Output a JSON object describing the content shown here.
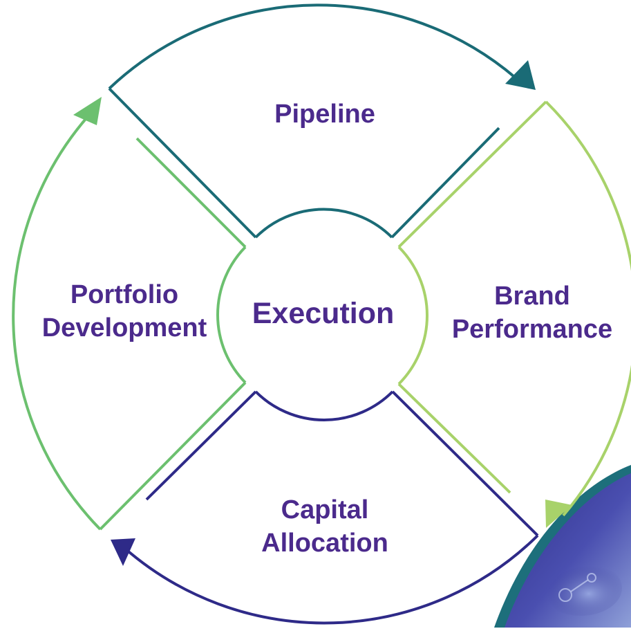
{
  "center": {
    "label": "Execution"
  },
  "segments": {
    "top": {
      "lines": [
        "Pipeline"
      ]
    },
    "right": {
      "lines": [
        "Brand",
        "Performance"
      ]
    },
    "bottom": {
      "lines": [
        "Capital",
        "Allocation"
      ]
    },
    "left": {
      "lines": [
        "Portfolio",
        "Development"
      ]
    }
  },
  "colors": {
    "label_text": "#4B2A8C",
    "teal": "#1A6B76",
    "light_green": "#A8D26A",
    "green": "#6CC06F",
    "navy": "#2E2A88"
  }
}
